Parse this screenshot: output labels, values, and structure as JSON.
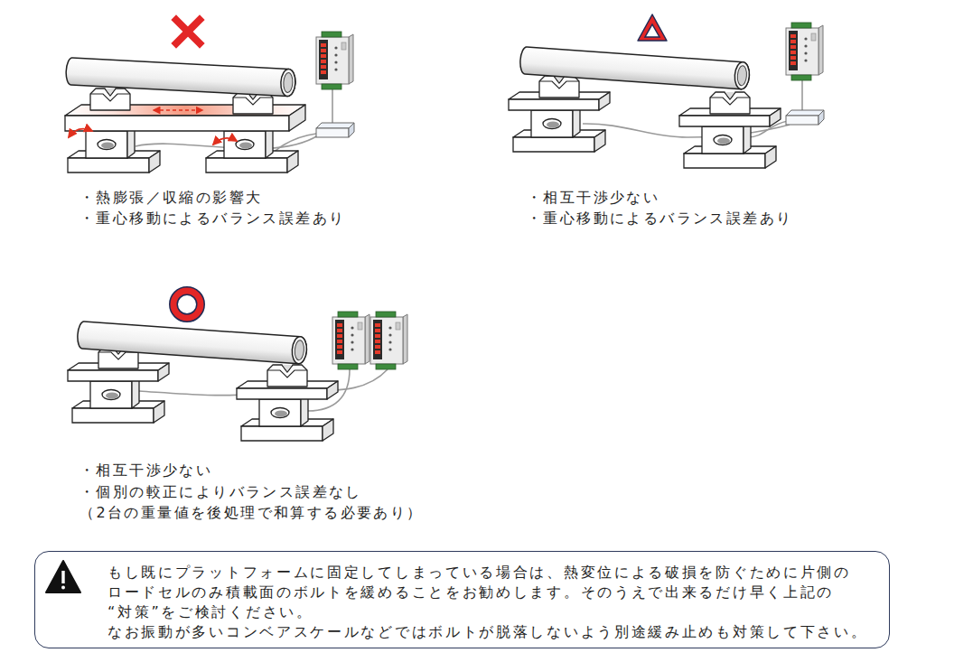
{
  "diagram": {
    "nodes": [
      {
        "text": [
          "もし既にプラットフォームに固定してしまっている場合は、熱変位による破損を防ぐために片側の ロードセルのみ積載面のボルトを緩めることをお勧めします。そのうえで出来るだけ早く上記の “対策”をご検討ください。",
          "なお振動が多いコンベアスケールなどではボルトが脱落しないよう別途緩み止めも対策して下さい。"
        ]
      }
    ],
    "labels": [
      "・熱膨張／収縮の影響大",
      "・重心移動によるバランス誤差あり",
      "・相互干渉少ない",
      "・重心移動によるバランス誤差あり",
      "・相互干渉少ない",
      "・個別の較正によりバランス誤差なし",
      "（2台の重量値を後処理で和算する必要あり）"
    ]
  }
}
